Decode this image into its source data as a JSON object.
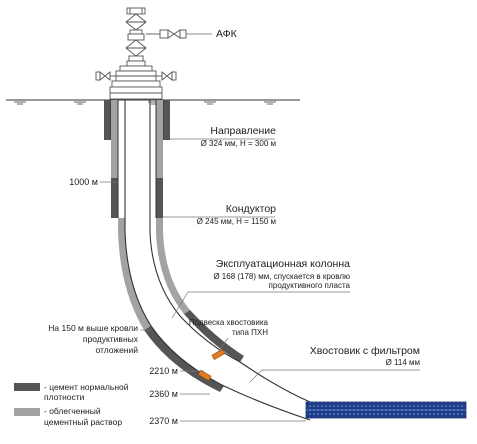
{
  "wellhead": {
    "label": "АФК"
  },
  "strings": {
    "direction": {
      "title": "Направление",
      "spec": "Ø 324 мм, H = 300 м"
    },
    "conductor": {
      "title": "Кондуктор",
      "spec": "Ø 245 мм, H = 1150 м"
    },
    "production": {
      "title": "Эксплуатационная колонна",
      "spec_line1": "Ø 168 (178) мм, спускается в кровлю",
      "spec_line2": "продуктивного пласта"
    },
    "hanger": {
      "line1": "Подвеска хвостовика",
      "line2": "типа ПХН"
    },
    "liner": {
      "title": "Хвостовик с фильтром",
      "spec": "Ø 114 мм"
    }
  },
  "annotations": {
    "above_roof": {
      "line1": "На 150 м выше кровли",
      "line2": "продуктивных",
      "line3": "отложений"
    }
  },
  "depths": [
    "1000 м",
    "2210 м",
    "2360 м",
    "2370 м"
  ],
  "legend": [
    {
      "line1": "- цемент нормальной",
      "line2": "плотности"
    },
    {
      "line1": "- облегченный",
      "line2": "цементный раствор"
    }
  ],
  "colors": {
    "cement_normal": "#555555",
    "cement_light": "#a3a3a3",
    "pipe": "#333333",
    "hanger": "#e07b1f",
    "filter_fill": "#1f3c8a",
    "filter_dots": "#7ea7dd"
  }
}
